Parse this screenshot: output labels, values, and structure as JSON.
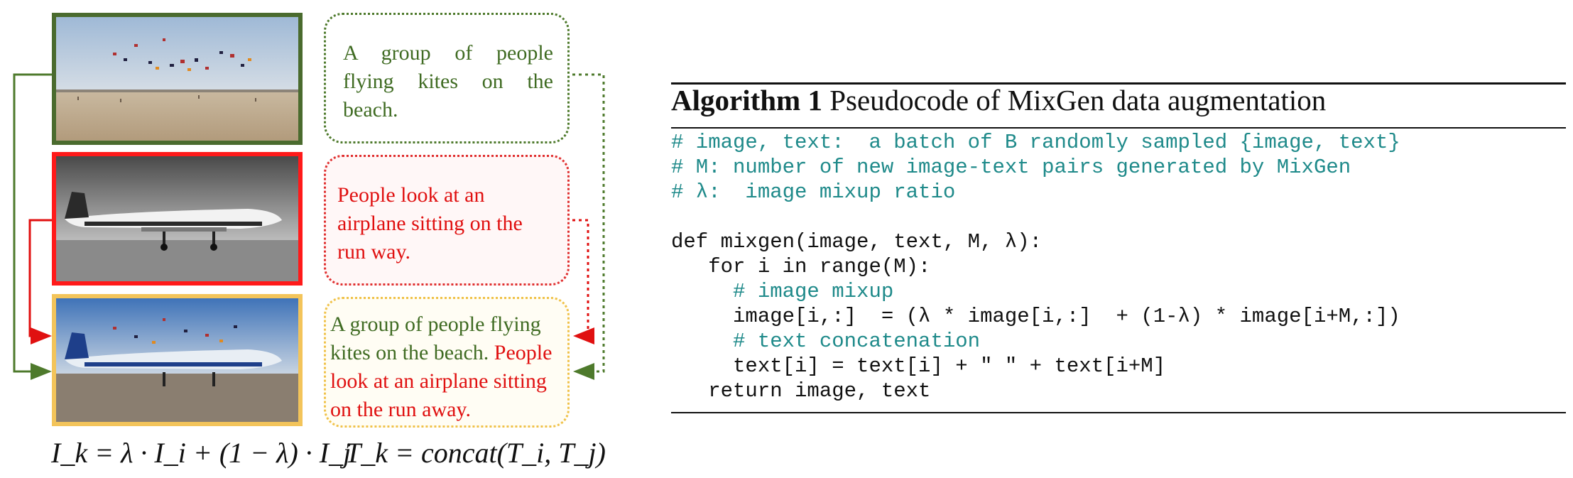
{
  "figure": {
    "captions": {
      "first": [
        "A group of people",
        "flying kites on the",
        "beach."
      ],
      "second": [
        "People look at an",
        "airplane sitting on the",
        "run way."
      ],
      "mixed": {
        "line1": "A group of people flying",
        "line2_green": "kites on the beach.",
        "line2_red": "People",
        "line3": "look at an airplane sitting",
        "line4": "on the run away."
      }
    },
    "image_formula": "I_k = λ · I_i + (1 − λ) · I_j",
    "text_formula": "T_k = concat(T_i, T_j)"
  },
  "algorithm": {
    "label": "Algorithm 1",
    "title": "Pseudocode of MixGen data augmentation",
    "code_lines": [
      {
        "text": "# image, text:  a batch of B randomly sampled {image, text}",
        "type": "comment"
      },
      {
        "text": "# M: number of new image-text pairs generated by MixGen",
        "type": "comment"
      },
      {
        "text": "# λ:  image mixup ratio",
        "type": "comment"
      },
      {
        "text": "",
        "type": "code"
      },
      {
        "text": "def mixgen(image, text, M, λ):",
        "type": "code"
      },
      {
        "text": "   for i in range(M):",
        "type": "code"
      },
      {
        "text": "     # image mixup",
        "type": "comment"
      },
      {
        "text": "     image[i,:]  = (λ * image[i,:]  + (1-λ) * image[i+M,:])",
        "type": "code"
      },
      {
        "text": "     # text concatenation",
        "type": "comment"
      },
      {
        "text": "     text[i] = text[i] + \" \" + text[i+M]",
        "type": "code"
      },
      {
        "text": "   return image, text",
        "type": "code"
      }
    ]
  },
  "colors": {
    "green": "#4e7a2c",
    "red": "#e01010",
    "yellow": "#f0c24a",
    "comment_teal": "#1f8a8a"
  }
}
